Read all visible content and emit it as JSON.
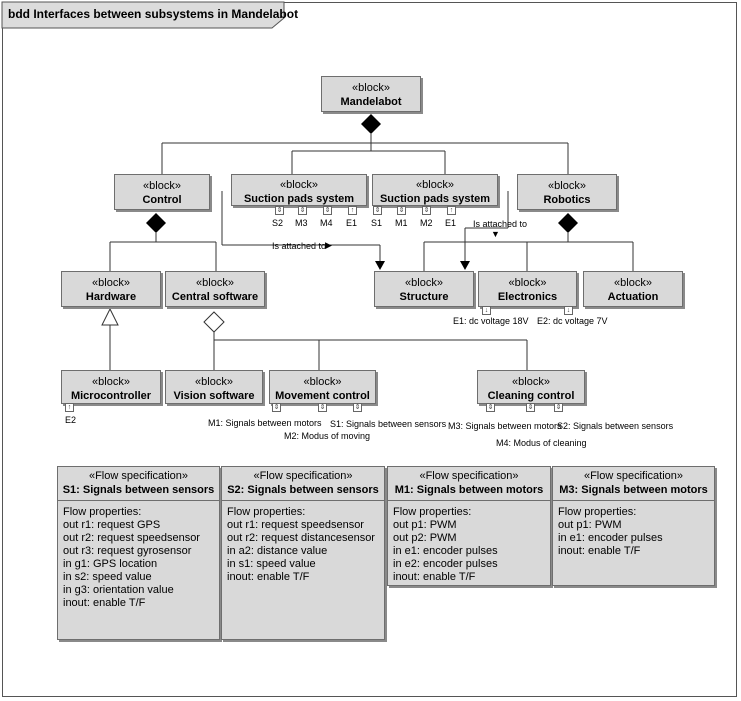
{
  "diagram_title": "bdd Interfaces between subsystems in Mandelabot",
  "stereotype_block": "«block»",
  "stereotype_flow": "«Flow specification»",
  "blocks": {
    "mandelabot": "Mandelabot",
    "control": "Control",
    "suction1": "Suction pads system",
    "suction2": "Suction pads system",
    "robotics": "Robotics",
    "hardware": "Hardware",
    "central_software": "Central software",
    "structure": "Structure",
    "electronics": "Electronics",
    "actuation": "Actuation",
    "microcontroller": "Microcontroller",
    "vision_software": "Vision software",
    "movement_control": "Movement control",
    "cleaning_control": "Cleaning control"
  },
  "ports": {
    "suction1": [
      "S2",
      "M3",
      "M4",
      "E1"
    ],
    "suction2": [
      "S1",
      "M1",
      "M2",
      "E1"
    ],
    "microcontroller": [
      "E2"
    ]
  },
  "labels": {
    "attached1": "Is attached to",
    "attached2": "Is attached to",
    "elec_e1": "E1: dc voltage 18V",
    "elec_e2": "E2: dc voltage 7V",
    "mov_m1": "M1: Signals between motors",
    "mov_s1": "S1: Signals between sensors",
    "mov_m2": "M2: Modus of moving",
    "cln_m3": "M3: Signals between motors",
    "cln_s2": "S2: Signals between sensors",
    "cln_m4": "M4: Modus of cleaning"
  },
  "flow_specs": [
    {
      "name": "S1: Signals between sensors",
      "heading": "Flow properties:",
      "props": [
        "out r1: request GPS",
        "out r2: request speedsensor",
        "out r3: request gyrosensor",
        "in g1: GPS location",
        "in s2: speed value",
        "in g3: orientation value",
        "inout: enable T/F"
      ]
    },
    {
      "name": "S2: Signals between sensors",
      "heading": "Flow properties:",
      "props": [
        "out r1: request speedsensor",
        "out r2: request distancesensor",
        "in a2: distance value",
        "in s1: speed value",
        "inout: enable T/F"
      ]
    },
    {
      "name": "M1: Signals between motors",
      "heading": "Flow properties:",
      "props": [
        "out p1: PWM",
        "out p2: PWM",
        "in e1: encoder pulses",
        "in e2: encoder pulses",
        "inout: enable T/F"
      ]
    },
    {
      "name": "M3: Signals between motors",
      "heading": "Flow properties:",
      "props": [
        "out p1: PWM",
        "in e1: encoder pulses",
        "inout: enable T/F"
      ]
    }
  ]
}
